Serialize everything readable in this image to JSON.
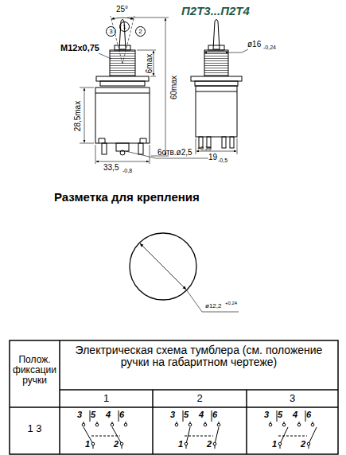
{
  "diagram": {
    "title": "П2Т3...П2Т4",
    "labels": [
      "25°",
      "3",
      "1",
      "2",
      "M12x0,75",
      "6max",
      "28,5max",
      "60max",
      "33,5",
      "-0,8",
      "6отв.ø2,5",
      "+0,25",
      "ø16",
      "-0,24",
      "19",
      "-0,5",
      "Разметка для крепления",
      "ø12,2",
      "+0,24",
      "Полож. фиксации ручки",
      "Электрическая схема тумблера (см. положение ручки на габаритном чертеже)",
      "1",
      "2",
      "3",
      "1 3",
      "3",
      "5",
      "4",
      "6",
      "1",
      "2",
      "3",
      "5",
      "4",
      "6",
      "1",
      "2",
      "3",
      "5",
      "4",
      "6",
      "1",
      "2"
    ]
  }
}
